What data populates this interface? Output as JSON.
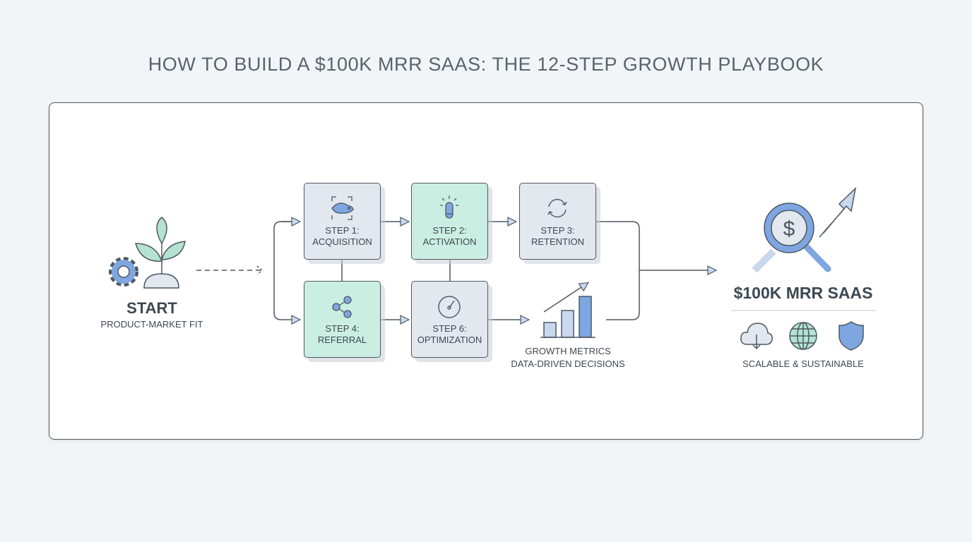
{
  "title": "HOW TO BUILD A $100K MRR SAAS: THE 12-STEP GROWTH PLAYBOOK",
  "start": {
    "title": "START",
    "subtitle": "PRODUCT-MARKET FIT"
  },
  "steps": [
    {
      "step": "STEP 1:",
      "name": "ACQUISITION",
      "icon": "fish-icon"
    },
    {
      "step": "STEP 2:",
      "name": "ACTIVATION",
      "icon": "lightbulb-icon"
    },
    {
      "step": "STEP 3:",
      "name": "RETENTION",
      "icon": "refresh-icon"
    },
    {
      "step": "STEP 4:",
      "name": "REFERRAL",
      "icon": "share-icon"
    },
    {
      "step": "STEP 6:",
      "name": "OPTIMIZATION",
      "icon": "gauge-icon"
    }
  ],
  "metrics": {
    "line1": "GROWTH METRICS",
    "line2": "DATA-DRIVEN DECISIONS"
  },
  "goal": {
    "title": "$100K MRR SAAS",
    "subtitle": "SCALABLE & SUSTAINABLE"
  },
  "colors": {
    "blue": "#7ea6e0",
    "green": "#cbeee2",
    "gray": "#e3e7ee",
    "stroke": "#4d5863"
  }
}
